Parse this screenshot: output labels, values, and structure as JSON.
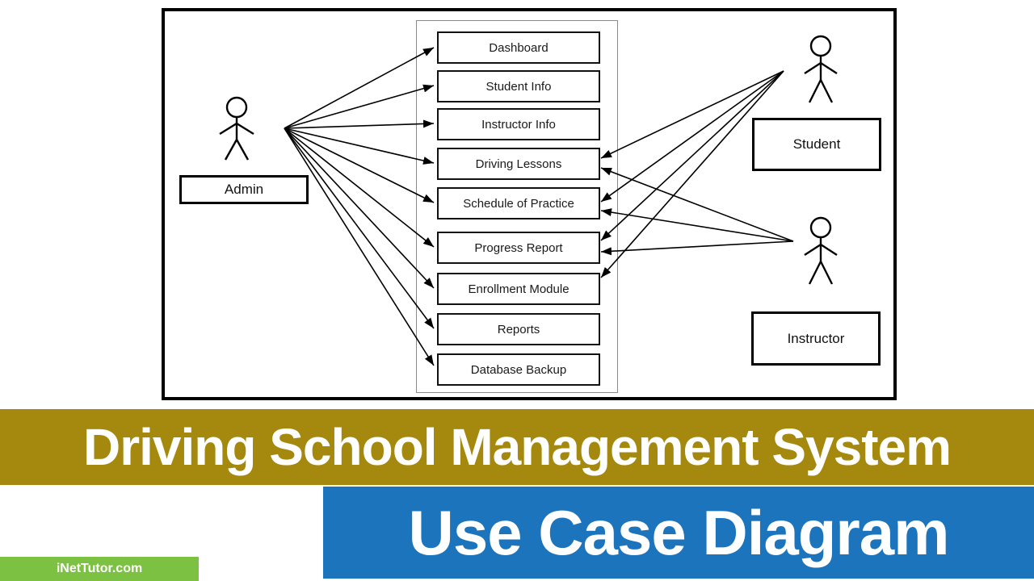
{
  "diagram": {
    "usecases": [
      {
        "label": "Dashboard"
      },
      {
        "label": "Student Info"
      },
      {
        "label": "Instructor Info"
      },
      {
        "label": "Driving Lessons"
      },
      {
        "label": "Schedule of Practice"
      },
      {
        "label": "Progress Report"
      },
      {
        "label": "Enrollment Module"
      },
      {
        "label": "Reports"
      },
      {
        "label": "Database Backup"
      }
    ],
    "actors": [
      {
        "name": "Admin",
        "connects_to": [
          "Dashboard",
          "Student Info",
          "Instructor Info",
          "Driving Lessons",
          "Schedule of Practice",
          "Progress Report",
          "Enrollment Module",
          "Reports",
          "Database Backup"
        ]
      },
      {
        "name": "Student",
        "connects_to": [
          "Driving Lessons",
          "Schedule of Practice",
          "Progress Report",
          "Enrollment Module"
        ]
      },
      {
        "name": "Instructor",
        "connects_to": [
          "Driving Lessons",
          "Schedule of Practice",
          "Progress Report"
        ]
      }
    ]
  },
  "banners": {
    "title": "Driving School Management System",
    "subtitle": "Use Case Diagram",
    "watermark": "iNetTutor.com",
    "title_bg": "#A5890E",
    "subtitle_bg": "#1C74BD",
    "watermark_bg": "#7CC142"
  }
}
